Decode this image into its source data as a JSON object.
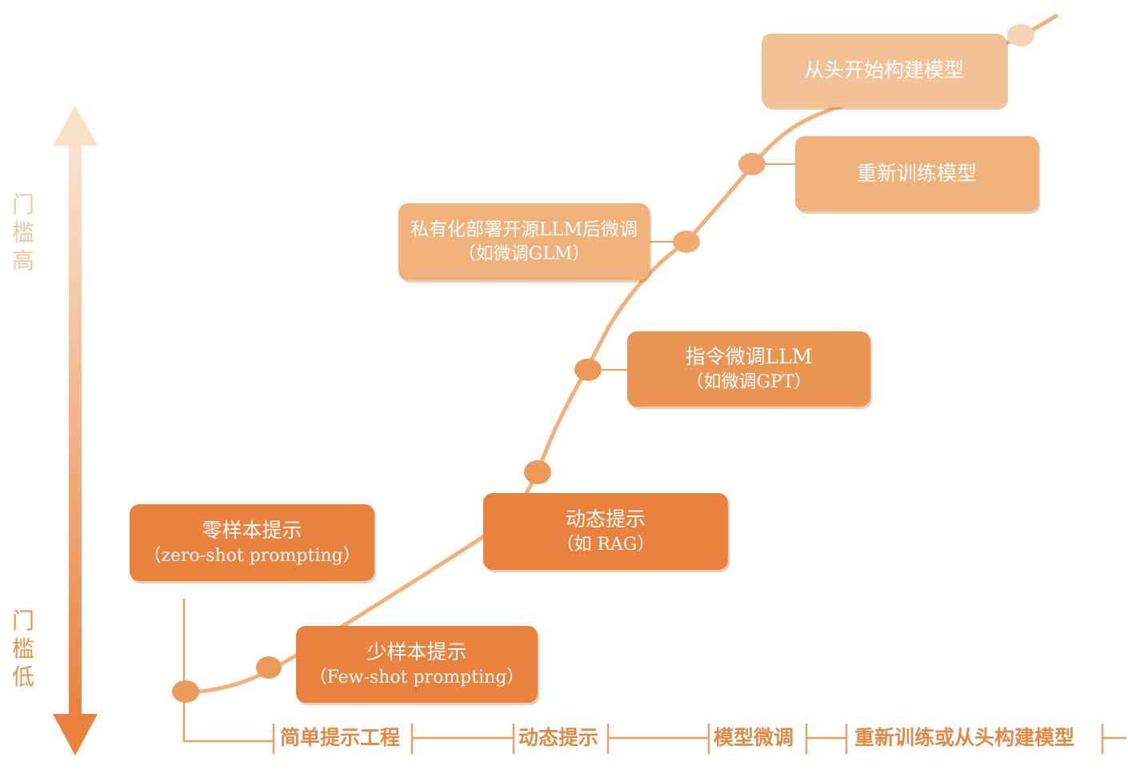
{
  "axis": {
    "top_label": [
      "门",
      "槛",
      "高"
    ],
    "bottom_label": [
      "门",
      "槛",
      "低"
    ]
  },
  "boxes": {
    "zero_shot": {
      "line1": "零样本提示",
      "line2": "（zero-shot prompting）"
    },
    "few_shot": {
      "line1": "少样本提示",
      "line2": "（Few-shot prompting）"
    },
    "dynamic": {
      "line1": "动态提示",
      "line2": "（如 RAG）"
    },
    "instruct": {
      "line1": "指令微调LLM",
      "line2": "（如微调GPT）"
    },
    "private": {
      "line1": "私有化部署开源LLM后微调",
      "line2": "（如微调GLM）"
    },
    "retrain": {
      "line1": "重新训练模型"
    },
    "scratch": {
      "line1": "从头开始构建模型"
    }
  },
  "stages": [
    "简单提示工程",
    "动态提示",
    "模型微调",
    "重新训练或从头构建模型"
  ],
  "colors": {
    "dark": "#e8823e",
    "mid": "#eb9554",
    "light": "#f0b27c",
    "curve": "#f0b27c",
    "stage_text": "#e08a47"
  }
}
